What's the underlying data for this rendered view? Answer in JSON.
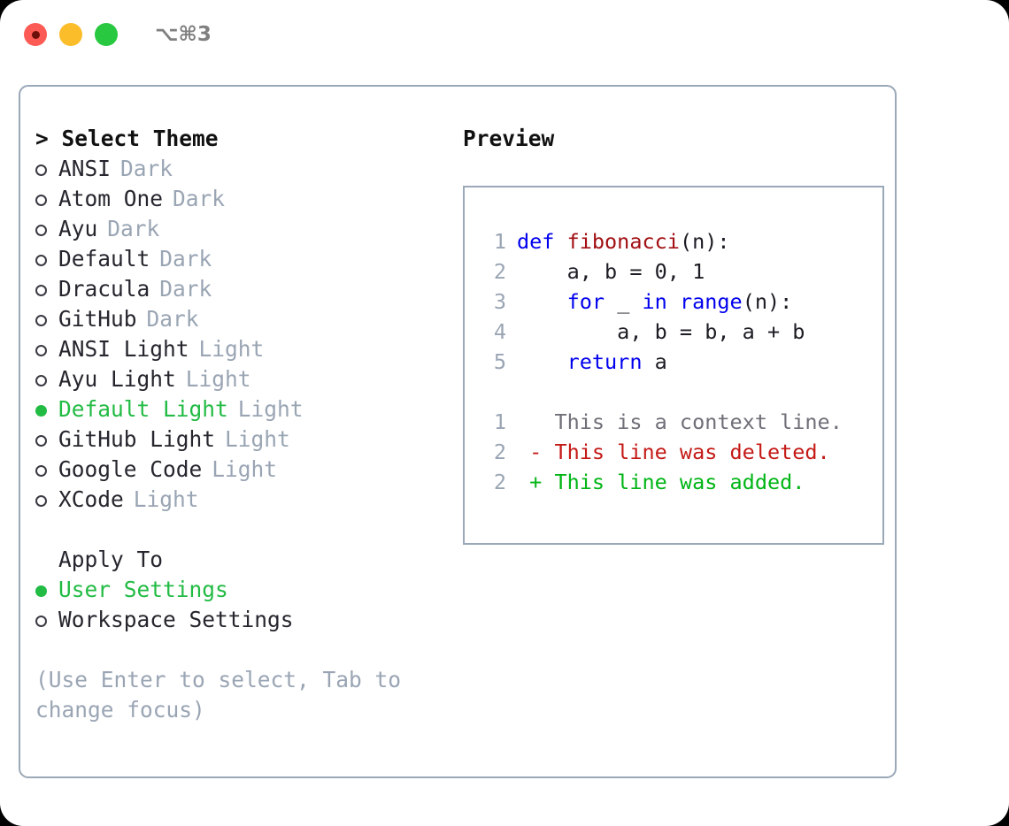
{
  "window": {
    "title": "⌥⌘3",
    "traffic_lights": [
      {
        "name": "close-button",
        "color": "#fc5a55"
      },
      {
        "name": "minimize-button",
        "color": "#fcbd2b"
      },
      {
        "name": "maximize-button",
        "color": "#28c840"
      }
    ]
  },
  "theme_selector": {
    "header": "> Select Theme",
    "items": [
      {
        "name": "ANSI",
        "tag": "Dark",
        "selected": false
      },
      {
        "name": "Atom One",
        "tag": "Dark",
        "selected": false
      },
      {
        "name": "Ayu",
        "tag": "Dark",
        "selected": false
      },
      {
        "name": "Default",
        "tag": "Dark",
        "selected": false
      },
      {
        "name": "Dracula",
        "tag": "Dark",
        "selected": false
      },
      {
        "name": "GitHub",
        "tag": "Dark",
        "selected": false
      },
      {
        "name": "ANSI Light",
        "tag": "Light",
        "selected": false
      },
      {
        "name": "Ayu Light",
        "tag": "Light",
        "selected": false
      },
      {
        "name": "Default Light",
        "tag": "Light",
        "selected": true
      },
      {
        "name": "GitHub Light",
        "tag": "Light",
        "selected": false
      },
      {
        "name": "Google Code",
        "tag": "Light",
        "selected": false
      },
      {
        "name": "XCode",
        "tag": "Light",
        "selected": false
      }
    ]
  },
  "apply_to": {
    "header": "Apply To",
    "options": [
      {
        "name": "User Settings",
        "selected": true
      },
      {
        "name": "Workspace Settings",
        "selected": false
      }
    ]
  },
  "hint": "(Use Enter to select, Tab to change focus)",
  "preview": {
    "title": "Preview",
    "code_lines": [
      {
        "ln": "1",
        "segments": [
          {
            "text": "def ",
            "style": "kw"
          },
          {
            "text": "fibonacci",
            "style": "fn"
          },
          {
            "text": "(n):",
            "style": "pl"
          }
        ]
      },
      {
        "ln": "2",
        "segments": [
          {
            "text": "    a, b = 0, 1",
            "style": "pl"
          }
        ]
      },
      {
        "ln": "3",
        "segments": [
          {
            "text": "    ",
            "style": "pl"
          },
          {
            "text": "for",
            "style": "kw"
          },
          {
            "text": " _ ",
            "style": "pl"
          },
          {
            "text": "in",
            "style": "kw"
          },
          {
            "text": " ",
            "style": "pl"
          },
          {
            "text": "range",
            "style": "kw"
          },
          {
            "text": "(n):",
            "style": "pl"
          }
        ]
      },
      {
        "ln": "4",
        "segments": [
          {
            "text": "        a, b = b, a + b",
            "style": "pl"
          }
        ]
      },
      {
        "ln": "5",
        "segments": [
          {
            "text": "    ",
            "style": "pl"
          },
          {
            "text": "return",
            "style": "kw"
          },
          {
            "text": " a",
            "style": "pl"
          }
        ]
      }
    ],
    "diff_lines": [
      {
        "ln": "1",
        "text": "   This is a context line.",
        "style": "ctx"
      },
      {
        "ln": "2",
        "text": " - This line was deleted.",
        "style": "del"
      },
      {
        "ln": "2",
        "text": " + This line was added.",
        "style": "add"
      }
    ]
  },
  "colors": {
    "accent_green": "#22bb44",
    "tag_gray": "#9aa5b4",
    "border": "#9aa8b8",
    "keyword_blue": "#0000ee",
    "function_red": "#a10f13",
    "diff_deleted": "#c41a16",
    "diff_added": "#00b515"
  }
}
